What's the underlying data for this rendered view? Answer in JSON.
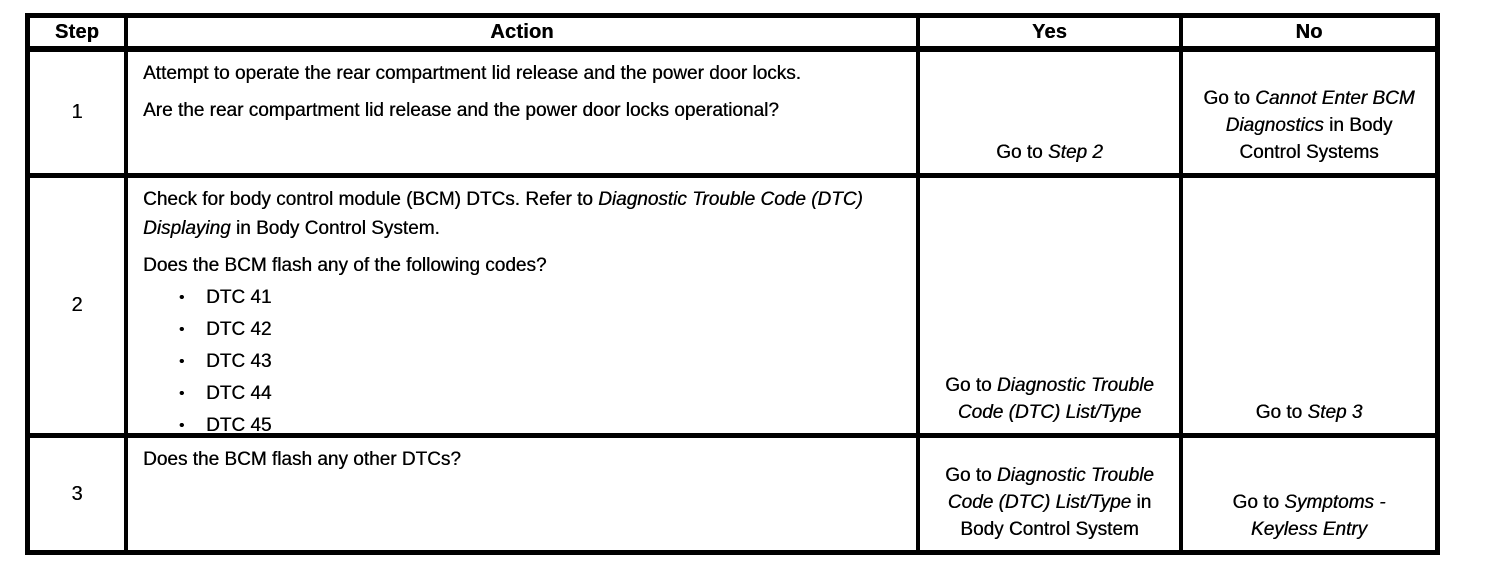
{
  "colors": {
    "ink": "#000000",
    "paper": "#ffffff"
  },
  "bullet_glyph": "•",
  "table": {
    "headers": {
      "step": "Step",
      "action": "Action",
      "yes": "Yes",
      "no": "No"
    },
    "rows": [
      {
        "step": "1",
        "action_p1": "Attempt to operate the rear compartment lid release and the power door locks.",
        "action_p2": "Are the rear compartment lid release and the power door locks operational?",
        "yes_prefix": "Go to ",
        "yes_ref": "Step 2",
        "no_prefix": "Go to ",
        "no_ref": "Cannot Enter BCM Diagnostics",
        "no_suffix": " in Body Control Systems"
      },
      {
        "step": "2",
        "action_p1_prefix": "Check for body control module (BCM) DTCs. Refer to ",
        "action_p1_ref": "Diagnostic Trouble Code (DTC) Displaying",
        "action_p1_suffix": " in Body Control System.",
        "action_p2": "Does the BCM flash any of the following codes?",
        "bullets": [
          "DTC 41",
          "DTC 42",
          "DTC 43",
          "DTC 44",
          "DTC 45"
        ],
        "yes_prefix": "Go to ",
        "yes_ref": "Diagnostic Trouble Code (DTC) List/Type",
        "no_prefix": "Go to ",
        "no_ref": "Step 3"
      },
      {
        "step": "3",
        "action_p1": "Does the BCM flash any other DTCs?",
        "yes_prefix": "Go to ",
        "yes_ref": "Diagnostic Trouble Code (DTC) List/Type",
        "yes_suffix": " in Body Control System",
        "no_prefix": "Go to ",
        "no_ref": "Symptoms - Keyless Entry"
      }
    ]
  }
}
